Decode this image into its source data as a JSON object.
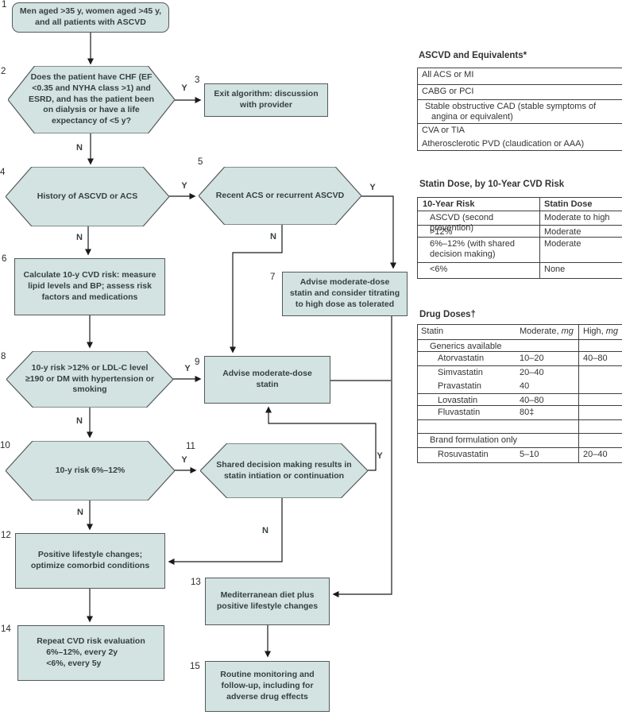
{
  "flow": {
    "yes": "Y",
    "no": "N",
    "nodes": [
      {
        "num": "1",
        "text": "Men aged >35 y, women aged >45 y, and all patients with ASCVD"
      },
      {
        "num": "2",
        "text": "Does the patient have CHF (EF <0.35 and NYHA class >1) and ESRD, and has the patient been on dialysis or have a life expectancy of <5 y?"
      },
      {
        "num": "3",
        "text": "Exit algorithm: discussion with provider"
      },
      {
        "num": "4",
        "text": "History of ASCVD or ACS"
      },
      {
        "num": "5",
        "text": "Recent ACS or recurrent ASCVD"
      },
      {
        "num": "6",
        "text": "Calculate 10-y CVD risk: measure lipid levels and BP; assess risk factors and medications"
      },
      {
        "num": "7",
        "text": "Advise moderate-dose statin and consider titrating to high dose as tolerated"
      },
      {
        "num": "8",
        "text": "10-y risk >12% or LDL-C level ≥190 or DM with hypertension or smoking"
      },
      {
        "num": "9",
        "text": "Advise moderate-dose statin"
      },
      {
        "num": "10",
        "text": "10-y risk 6%–12%"
      },
      {
        "num": "11",
        "text": "Shared decision making results in statin intiation or continuation"
      },
      {
        "num": "12",
        "text": "Positive lifestyle changes; optimize comorbid conditions"
      },
      {
        "num": "13",
        "text": "Mediterranean diet plus positive lifestyle changes"
      },
      {
        "num": "14",
        "line1": "Repeat CVD risk evaluation",
        "line2": "6%–12%, every 2y",
        "line3": "<6%, every 5y"
      },
      {
        "num": "15",
        "text": "Routine monitoring and follow-up, including for adverse drug effects"
      }
    ]
  },
  "tables": {
    "ascvd": {
      "title": "ASCVD and Equivalents*",
      "rows": [
        "All ACS or MI",
        "CABG or PCI",
        "Stable obstructive CAD (stable symptoms of angina or equivalent)",
        "CVA or TIA",
        "Atherosclerotic PVD (claudication or AAA)"
      ]
    },
    "statin_dose": {
      "title": "Statin Dose, by 10-Year CVD Risk",
      "headers": [
        "10-Year Risk",
        "Statin Dose"
      ],
      "rows": [
        {
          "risk": "ASCVD (second prevention)",
          "dose": "Moderate to high"
        },
        {
          "risk": ">12%",
          "dose": "Moderate"
        },
        {
          "risk": "6%–12% (with shared decision making)",
          "dose": "Moderate"
        },
        {
          "risk": "<6%",
          "dose": "None"
        }
      ]
    },
    "drug_doses": {
      "title": "Drug Doses†",
      "headers": {
        "col1": "Statin",
        "col2": "Moderate,",
        "col3": "High,",
        "unit": "mg"
      },
      "sections": {
        "generics": "Generics available",
        "brand": "Brand formulation only"
      },
      "rows": [
        {
          "name": "Atorvastatin",
          "moderate": "10–20",
          "high": "40–80"
        },
        {
          "name": "Simvastatin",
          "moderate": "20–40",
          "high": ""
        },
        {
          "name": "Pravastatin",
          "moderate": "40",
          "high": ""
        },
        {
          "name": "Lovastatin",
          "moderate": "40–80",
          "high": ""
        },
        {
          "name": "Fluvastatin",
          "moderate": "80‡",
          "high": ""
        },
        {
          "name": "Rosuvastatin",
          "moderate": "5–10",
          "high": "20–40"
        }
      ]
    }
  },
  "colors": {
    "node_fill": "#d2e3e1",
    "node_border": "#55595c",
    "line": "#1a1a1a",
    "text": "#363f44"
  }
}
